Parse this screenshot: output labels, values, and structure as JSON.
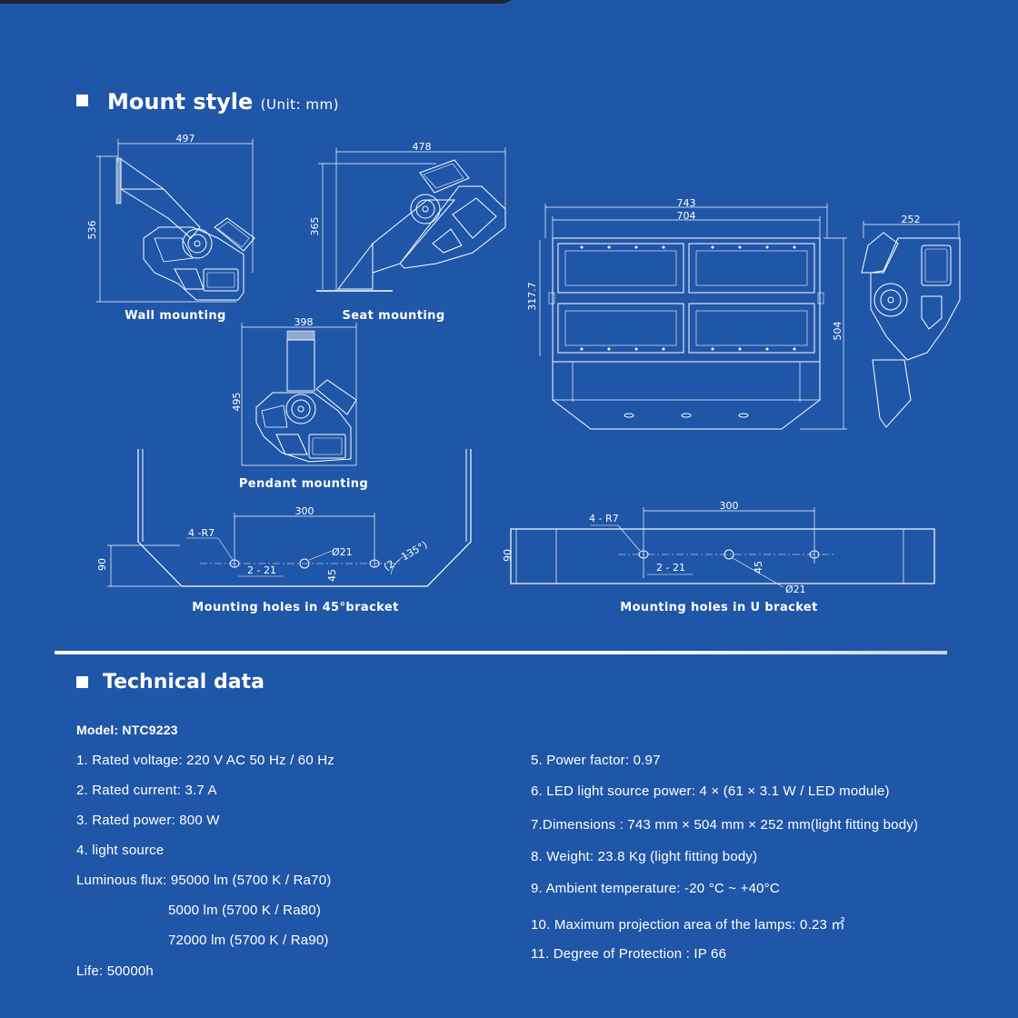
{
  "mount": {
    "title": "Mount style",
    "unit": "(Unit: mm)",
    "labels": {
      "wall": "Wall mounting",
      "seat": "Seat mounting",
      "pendant": "Pendant mounting",
      "holes45": "Mounting holes in 45°bracket",
      "holesU": "Mounting holes in U bracket"
    },
    "dimensions": {
      "wall_w": "497",
      "wall_h": "536",
      "seat_w": "478",
      "seat_h": "365",
      "pendant_w": "398",
      "pendant_h": "495",
      "front_w_outer": "743",
      "front_w_inner": "704",
      "front_h_mid": "317.7",
      "front_h": "504",
      "side_w": "252",
      "b45_spacing": "300",
      "b45_h": "90",
      "b45_r": "4 -R7",
      "b45_slot": "2 - 21",
      "b45_dia": "Ø21",
      "b45_off": "45",
      "b45_angle": "(2 - 135°)",
      "u_spacing": "300",
      "u_h": "90",
      "u_r": "4 - R7",
      "u_slot": "2 - 21",
      "u_off": "45",
      "u_dia": "Ø21"
    }
  },
  "tech": {
    "title": "Technical data",
    "model": "Model: NTC9223",
    "left": [
      "1. Rated voltage: 220 V AC 50 Hz / 60 Hz",
      "2. Rated current: 3.7 A",
      "3. Rated power: 800 W",
      "4. light source",
      "Luminous flux: 95000 lm (5700 K / Ra70)",
      "5000 lm (5700 K / Ra80)",
      "72000 lm (5700 K / Ra90)",
      "Life: 50000h"
    ],
    "right": [
      "5. Power factor: 0.97",
      "6. LED light source power: 4 × (61 × 3.1 W / LED module)",
      "7.Dimensions : 743 mm × 504 mm × 252 mm(light fitting body)",
      "8. Weight: 23.8 Kg (light fitting body)",
      "9. Ambient temperature: -20 °C ~ +40°C",
      "10. Maximum projection area of the lamps: 0.23 ㎡",
      "11. Degree of Protection : IP 66"
    ]
  },
  "colors": {
    "background": "#1f56a8",
    "top_tab": "#20242c",
    "line": "#ffffff"
  }
}
